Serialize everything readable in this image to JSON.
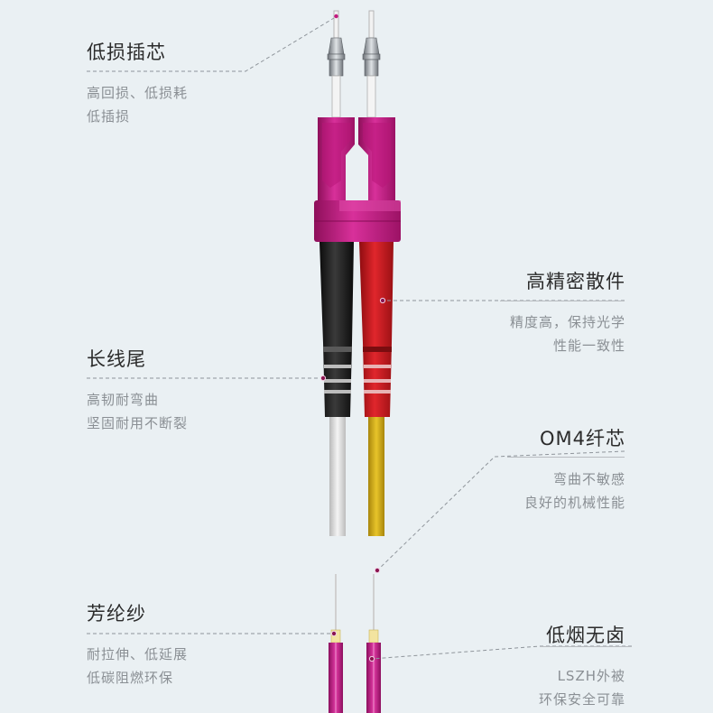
{
  "callouts": {
    "low_loss_ferrule": {
      "title": "低损插芯",
      "desc1": "高回损、低损耗",
      "desc2": "低插损"
    },
    "long_tail": {
      "title": "长线尾",
      "desc1": "高韧耐弯曲",
      "desc2": "坚固耐用不断裂"
    },
    "aramid_yarn": {
      "title": "芳纶纱",
      "desc1": "耐拉伸、低延展",
      "desc2": "低碳阻燃环保"
    },
    "precision_parts": {
      "title": "高精密散件",
      "desc1": "精度高，保持光学",
      "desc2": "性能一致性"
    },
    "om4_core": {
      "title": "OM4纤芯",
      "desc1": "弯曲不敏感",
      "desc2": "良好的机械性能"
    },
    "lszh_jacket": {
      "title": "低烟无卤",
      "desc1": "LSZH外被",
      "desc2": "环保安全可靠"
    }
  },
  "colors": {
    "background": "#eaf0f3",
    "connector_magenta": "#c4197f",
    "boot_black": "#1c1c1c",
    "boot_red": "#c8191f",
    "cable_white": "#e2e2e2",
    "cable_yellow": "#d6b21a",
    "jacket_magenta": "#c21a86",
    "leader_dot": "#8a1450"
  }
}
